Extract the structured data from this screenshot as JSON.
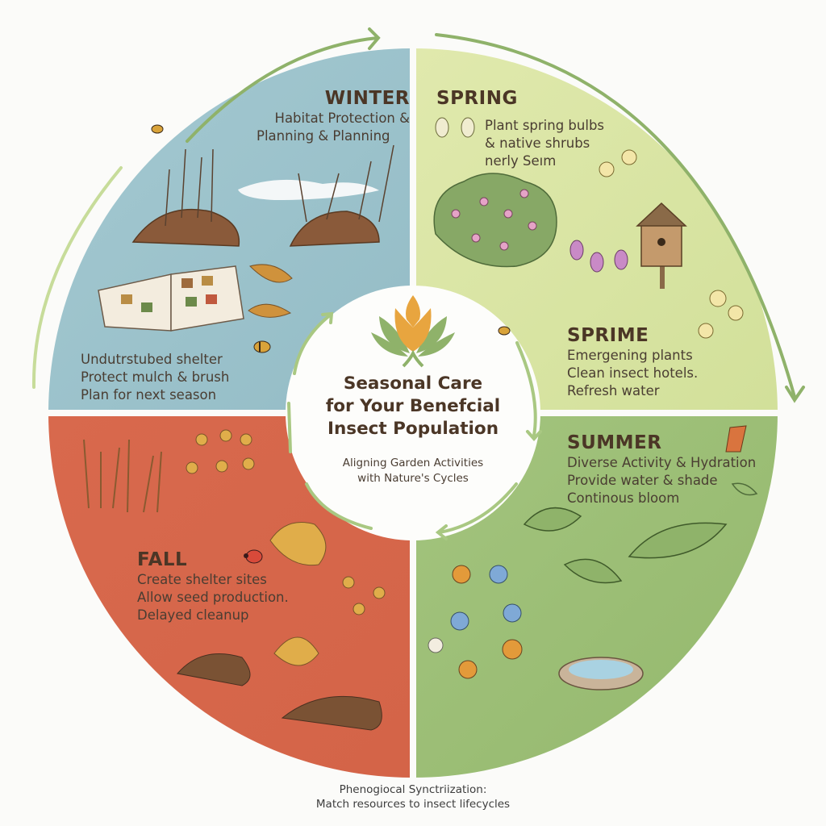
{
  "center": {
    "title_lines": [
      "Seasonal Care",
      "for Your Benefcial",
      "Insect Population"
    ],
    "subtitle_lines": [
      "Aligning Garden Activities",
      "with Nature's Cycles"
    ],
    "logo_icon": "lotus-leaf-logo-icon"
  },
  "quadrants": {
    "winter": {
      "title": "WINTER",
      "subtitle_lines": [
        "Habitat Protection &",
        "Planning & Planning"
      ],
      "items": [
        "Undutrstubed shelter",
        "Protect mulch & brush",
        "Plan for next season"
      ],
      "color": "#9dc3cc",
      "illustrations": [
        "mulch-mound-icon",
        "frosted-stems-icon",
        "seed-catalog-book-icon",
        "dry-leaf-icon",
        "bee-icon"
      ]
    },
    "spring": {
      "title": "SPRING",
      "subtitle_lines": [
        "Plant spring bulbs",
        "& native shrubs",
        "nerly Seım"
      ],
      "color": "#dbe6a4",
      "illustrations": [
        "crocus-icon",
        "flowering-shrub-icon",
        "birdhouse-icon",
        "daffodil-icon",
        "tulip-icon"
      ]
    },
    "sprime": {
      "title": "SPRIME",
      "items": [
        "Emergening plants",
        "Clean insect hotels.",
        "Refresh water"
      ]
    },
    "summer": {
      "title": "SUMMER",
      "items": [
        "Diverse Activity & Hydration",
        "Provide water & shade",
        "Continous bloom"
      ],
      "color": "#9dbf78",
      "illustrations": [
        "large-leaf-plant-icon",
        "daisy-flowers-icon",
        "bird-bath-icon",
        "leaf-icon"
      ]
    },
    "fall": {
      "title": "FALL",
      "items": [
        "Create shelter sites",
        "Allow seed production.",
        "Delayed cleanup"
      ],
      "color": "#d9694e",
      "illustrations": [
        "seed-heads-icon",
        "yellow-flowers-icon",
        "ladybug-icon",
        "autumn-leaf-icon",
        "leaf-litter-pile-icon"
      ]
    }
  },
  "footer": {
    "lines": [
      "Phenogiocal Synctriization:",
      "Match resources to insect lifecycles"
    ]
  },
  "colors": {
    "arrow": "#8fb26a",
    "inner_arrow": "#a9c882",
    "text_dark": "#4b3626",
    "logo_orange": "#e8a53f",
    "logo_green": "#8fb26a"
  }
}
